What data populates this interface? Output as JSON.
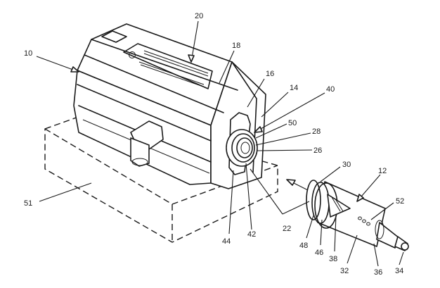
{
  "figure": {
    "labels": [
      {
        "id": "10",
        "text": "10"
      },
      {
        "id": "20",
        "text": "20"
      },
      {
        "id": "18",
        "text": "18"
      },
      {
        "id": "16",
        "text": "16"
      },
      {
        "id": "14",
        "text": "14"
      },
      {
        "id": "40",
        "text": "40"
      },
      {
        "id": "50",
        "text": "50"
      },
      {
        "id": "28",
        "text": "28"
      },
      {
        "id": "26",
        "text": "26"
      },
      {
        "id": "30",
        "text": "30"
      },
      {
        "id": "12",
        "text": "12"
      },
      {
        "id": "52",
        "text": "52"
      },
      {
        "id": "51",
        "text": "51"
      },
      {
        "id": "22",
        "text": "22"
      },
      {
        "id": "44",
        "text": "44"
      },
      {
        "id": "42",
        "text": "42"
      },
      {
        "id": "48",
        "text": "48"
      },
      {
        "id": "46",
        "text": "46"
      },
      {
        "id": "38",
        "text": "38"
      },
      {
        "id": "32",
        "text": "32"
      },
      {
        "id": "36",
        "text": "36"
      },
      {
        "id": "34",
        "text": "34"
      }
    ]
  }
}
